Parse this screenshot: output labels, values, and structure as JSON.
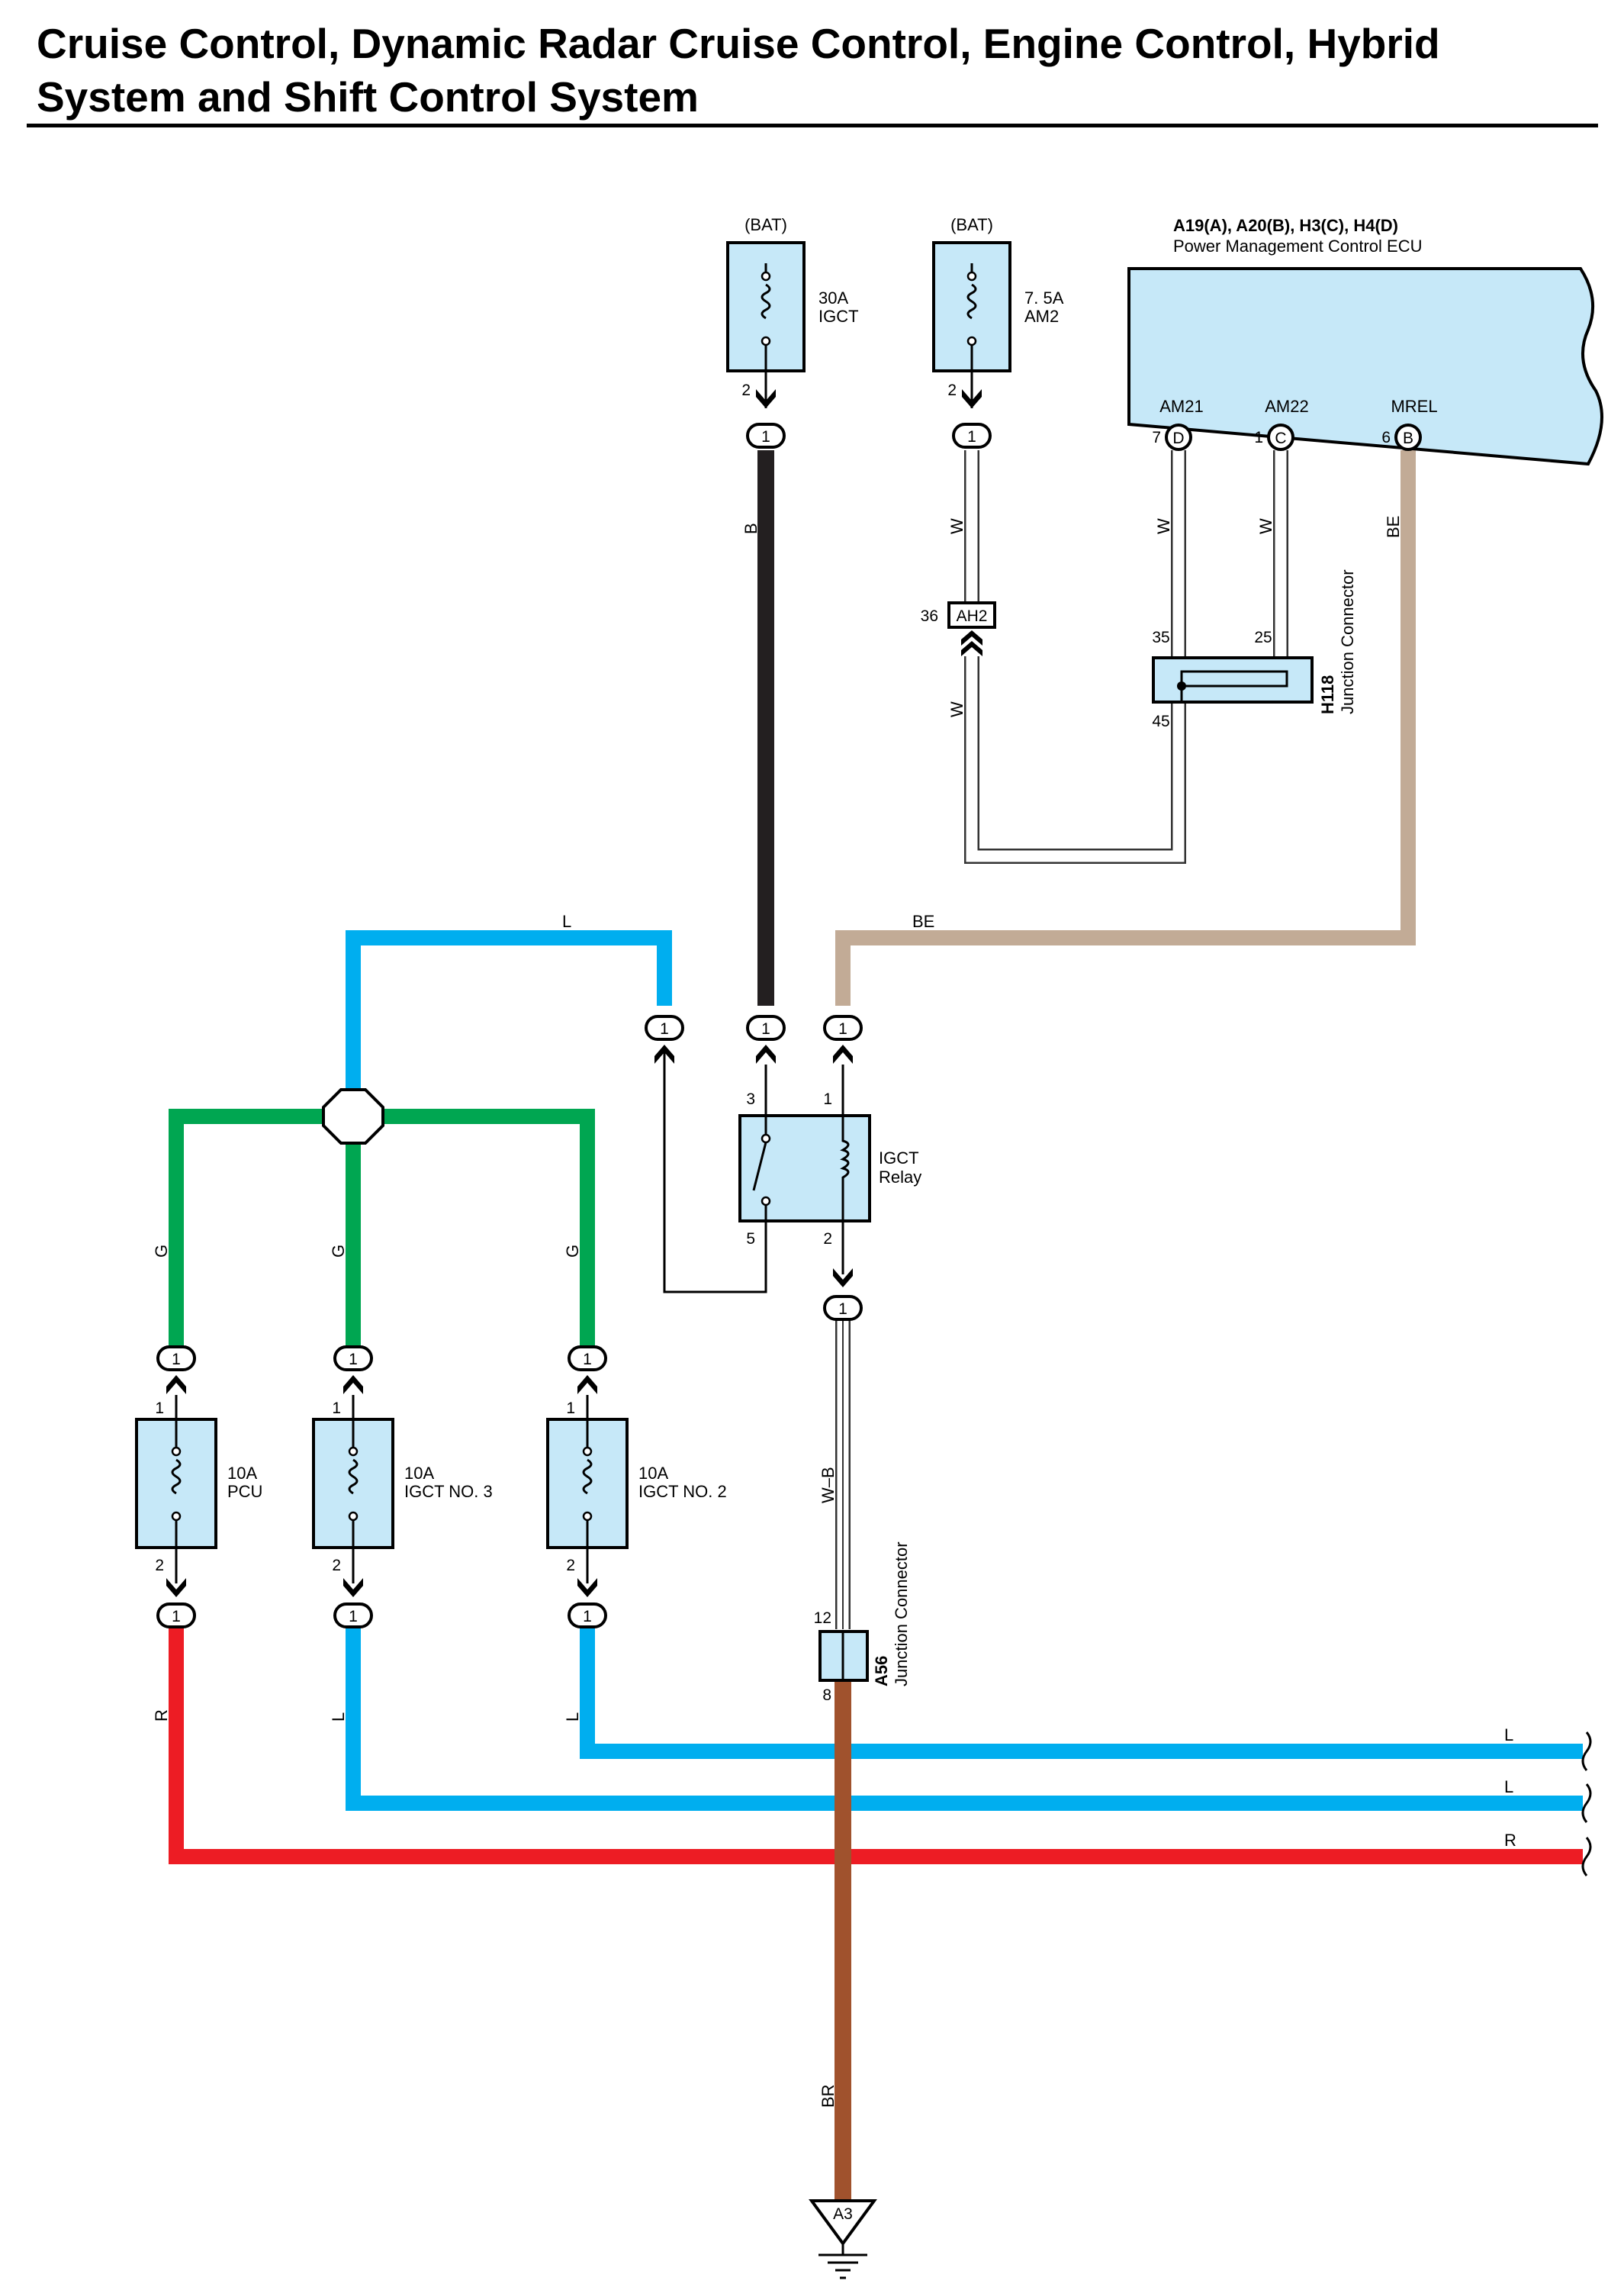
{
  "title": "Cruise Control, Dynamic Radar Cruise Control, Engine Control, Hybrid System and Shift Control System",
  "colors": {
    "B": "#231f20",
    "W": "#ffffff",
    "BE": "#c2ab96",
    "L": "#00aeef",
    "G": "#00a651",
    "R": "#ed1c24",
    "BR": "#a0522d",
    "W-B": "#ffffff",
    "component_fill": "#c6e8f8"
  },
  "fuses": {
    "igct30": {
      "source": "(BAT)",
      "rating": "30A",
      "name": "IGCT",
      "pin_in": "2",
      "pin_out": "1"
    },
    "am2": {
      "source": "(BAT)",
      "rating": "7. 5A",
      "name": "AM2",
      "pin_in": "2",
      "pin_out": "1"
    },
    "pcu": {
      "rating": "10A",
      "name": "PCU",
      "pin_top": "1",
      "pin_bottom": "2",
      "conn_top": "1",
      "conn_bottom": "1"
    },
    "igct_no3": {
      "rating": "10A",
      "name": "IGCT NO. 3",
      "pin_top": "1",
      "pin_bottom": "2",
      "conn_top": "1",
      "conn_bottom": "1"
    },
    "igct_no2": {
      "rating": "10A",
      "name": "IGCT NO. 2",
      "pin_top": "1",
      "pin_bottom": "2",
      "conn_top": "1",
      "conn_bottom": "1"
    }
  },
  "ecu": {
    "code": "A19(A), A20(B), H3(C), H4(D)",
    "name": "Power Management Control ECU",
    "terminals": [
      {
        "name": "AM21",
        "pin": "7",
        "connector": "D"
      },
      {
        "name": "AM22",
        "pin": "1",
        "connector": "C"
      },
      {
        "name": "MREL",
        "pin": "6",
        "connector": "B"
      }
    ]
  },
  "ah2": {
    "pin": "36",
    "name": "AH2"
  },
  "h118": {
    "code": "H118",
    "name": "Junction Connector",
    "pins": [
      "35",
      "25",
      "45"
    ]
  },
  "relay": {
    "name1": "IGCT",
    "name2": "Relay",
    "pins": [
      "3",
      "1",
      "5",
      "2"
    ],
    "conn_in": [
      "1",
      "1",
      "1"
    ],
    "conn_out": "1"
  },
  "a56": {
    "code": "A56",
    "name": "Junction Connector",
    "pin_top": "12",
    "pin_bottom": "8"
  },
  "ground": {
    "code": "A3"
  },
  "wire_labels": {
    "b": "B",
    "w_am2": "W",
    "w_am2_low": "W",
    "w_am21": "W",
    "w_am22": "W",
    "be_ecu": "BE",
    "l_top": "L",
    "be_top": "BE",
    "g1": "G",
    "g2": "G",
    "g3": "G",
    "wb": "W–B",
    "r_pcu": "R",
    "l_no3": "L",
    "l_no2": "L",
    "l_right1": "L",
    "l_right2": "L",
    "r_right": "R",
    "br": "BR"
  }
}
